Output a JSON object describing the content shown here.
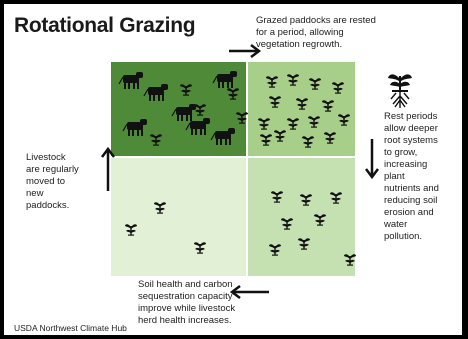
{
  "title": "Rotational Grazing",
  "notes": {
    "top": [
      "Grazed paddocks are rested",
      "for a period, allowing",
      "vegetation regrowth."
    ],
    "left": [
      "Livestock",
      "are regularly",
      "moved to",
      "new",
      "paddocks."
    ],
    "right": [
      "Rest periods",
      "allow deeper",
      "root systems",
      "to grow,",
      "increasing",
      "plant",
      "nutrients and",
      "reducing soil",
      "erosion and",
      "water",
      "pollution."
    ],
    "bottom": [
      "Soil health and carbon",
      "sequestration capacity",
      "improve while livestock",
      "herd health increases."
    ]
  },
  "source": "USDA Northwest Climate Hub",
  "colors": {
    "grazed_paddock": "#4f8a38",
    "resting_paddock_dense": "#a7cf8a",
    "resting_paddock_sparse": "#e2f0d6",
    "resting_paddock_medium": "#c6e1b1",
    "arrow": "#111111"
  },
  "icons": {
    "livestock": "cow-icon",
    "vegetation": "plant-sprout-icon",
    "root_growth": "plant-roots-icon",
    "rotation": "arrow-icon"
  },
  "paddocks": {
    "top_left": {
      "cows": 7,
      "plants": 5
    },
    "top_right": {
      "cows": 0,
      "plants": 16
    },
    "bottom_left": {
      "cows": 0,
      "plants": 3
    },
    "bottom_right": {
      "cows": 0,
      "plants": 8
    }
  }
}
